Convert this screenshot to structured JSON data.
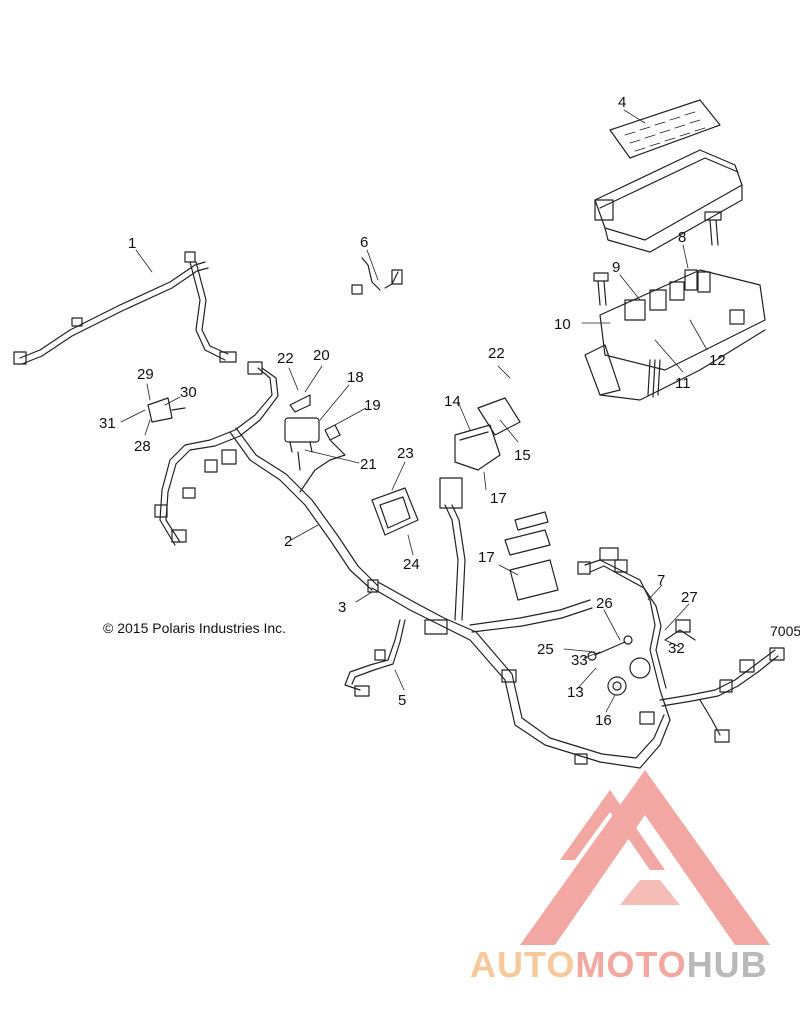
{
  "copyright": "© 2015 Polaris Industries Inc.",
  "diagram_id": "7005",
  "watermark": {
    "part1": "AUTO",
    "part2": "MOTO",
    "part3": "HUB",
    "colors": {
      "auto": "#f6c89a",
      "moto": "#f3a79f",
      "hub": "#b9b9b9",
      "logo": "#ee8a84"
    }
  },
  "callouts": [
    {
      "key": "c1",
      "label": "1"
    },
    {
      "key": "c2",
      "label": "2"
    },
    {
      "key": "c3",
      "label": "3"
    },
    {
      "key": "c4",
      "label": "4"
    },
    {
      "key": "c5",
      "label": "5"
    },
    {
      "key": "c6",
      "label": "6"
    },
    {
      "key": "c7",
      "label": "7"
    },
    {
      "key": "c8",
      "label": "8"
    },
    {
      "key": "c9",
      "label": "9"
    },
    {
      "key": "c10",
      "label": "10"
    },
    {
      "key": "c11",
      "label": "11"
    },
    {
      "key": "c12",
      "label": "12"
    },
    {
      "key": "c13",
      "label": "13"
    },
    {
      "key": "c14",
      "label": "14"
    },
    {
      "key": "c15",
      "label": "15"
    },
    {
      "key": "c16",
      "label": "16"
    },
    {
      "key": "c17a",
      "label": "17"
    },
    {
      "key": "c17b",
      "label": "17"
    },
    {
      "key": "c18",
      "label": "18"
    },
    {
      "key": "c19",
      "label": "19"
    },
    {
      "key": "c20",
      "label": "20"
    },
    {
      "key": "c21",
      "label": "21"
    },
    {
      "key": "c22a",
      "label": "22"
    },
    {
      "key": "c22b",
      "label": "22"
    },
    {
      "key": "c23",
      "label": "23"
    },
    {
      "key": "c24",
      "label": "24"
    },
    {
      "key": "c25",
      "label": "25"
    },
    {
      "key": "c26",
      "label": "26"
    },
    {
      "key": "c27",
      "label": "27"
    },
    {
      "key": "c28",
      "label": "28"
    },
    {
      "key": "c29",
      "label": "29"
    },
    {
      "key": "c30",
      "label": "30"
    },
    {
      "key": "c31",
      "label": "31"
    },
    {
      "key": "c32",
      "label": "32"
    },
    {
      "key": "c33",
      "label": "33"
    }
  ]
}
